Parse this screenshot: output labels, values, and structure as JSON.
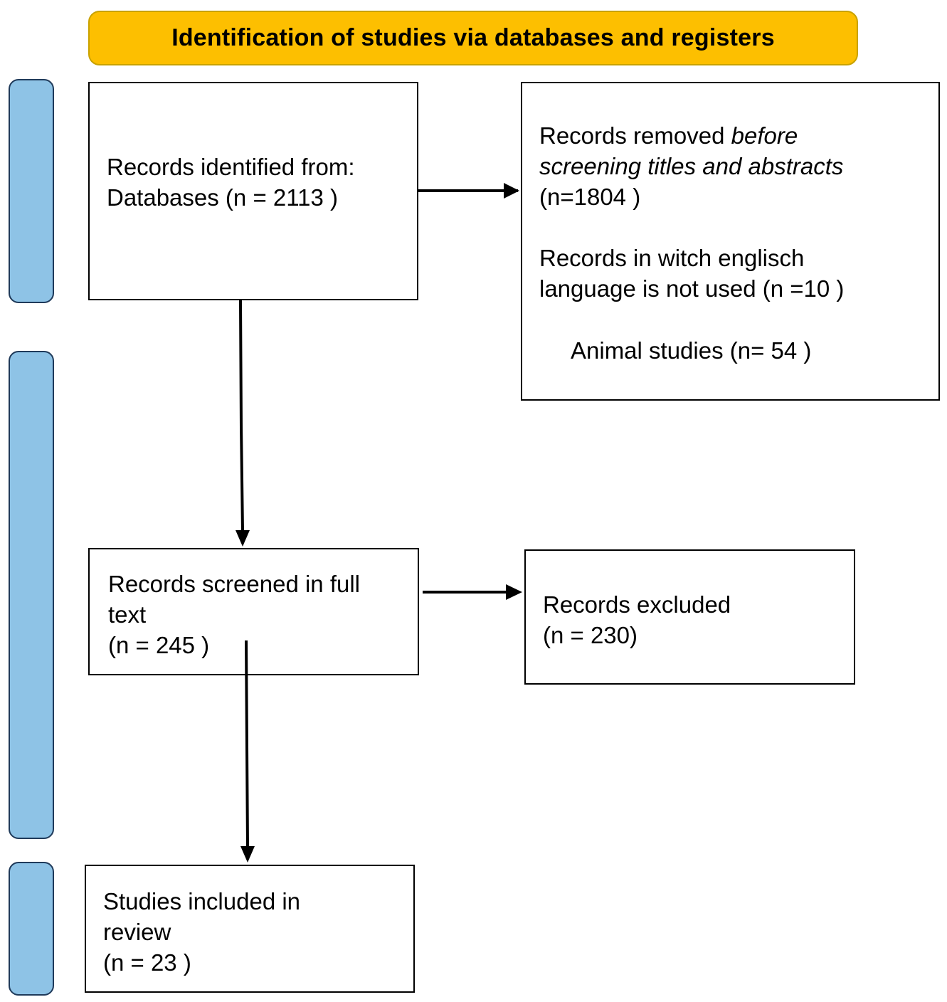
{
  "colors": {
    "header_fill": "#fdbf00",
    "header_border": "#c9a200",
    "stage_fill": "#8ec3e6",
    "stage_border": "#1f3a5a",
    "box_border": "#000000",
    "arrow": "#000000"
  },
  "header": {
    "title": "Identification of studies via databases and registers"
  },
  "boxes": {
    "identified": {
      "line1": "Records identified from:",
      "line2": "Databases (n = 2113 )"
    },
    "removed": {
      "line1_plain": "Records removed ",
      "line1_italic": "before",
      "line2_italic": "screening titles and abstracts",
      "line3": "(n=1804 )",
      "line4": "Records in witch englisch",
      "line5": "language is not used (n =10 )",
      "line6": "Animal studies (n= 54 )"
    },
    "screened": {
      "line1": "Records screened in full",
      "line2": "text",
      "line3": "(n = 245 )"
    },
    "excluded": {
      "line1": "Records excluded",
      "line2": "(n = 230)"
    },
    "included": {
      "line1": "Studies included in",
      "line2": "review",
      "line3": "(n = 23 )"
    }
  }
}
